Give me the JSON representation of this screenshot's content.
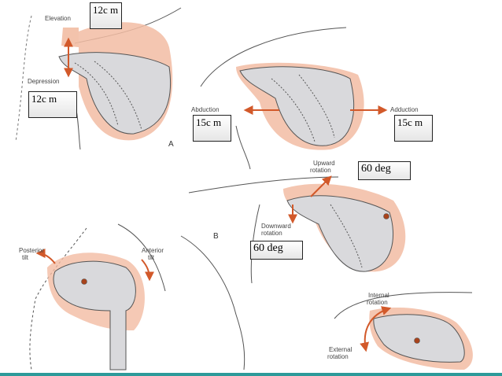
{
  "figure": {
    "panel_a": {
      "letter": "A",
      "elevation_label": "Elevation",
      "depression_label": "Depression",
      "abduction_label": "Abduction",
      "adduction_label": "Adduction"
    },
    "panel_b": {
      "letter": "B",
      "upward_rotation_label": [
        "Upward",
        "rotation"
      ],
      "downward_rotation_label": [
        "Downward",
        "rotation"
      ],
      "posterior_tilt_label": [
        "Posterior",
        "tilt"
      ],
      "anterior_tilt_label": [
        "Anterior",
        "tilt"
      ],
      "internal_rotation_label": [
        "Internal",
        "rotation"
      ],
      "external_rotation_label": [
        "External",
        "rotation"
      ]
    }
  },
  "annotations": {
    "elevation_range": "12c m",
    "depression_range": "12c m",
    "abduction_range": "15c m",
    "adduction_range": "15c m",
    "upward_rotation_range": "60 deg",
    "downward_rotation_range": "60 deg"
  },
  "colors": {
    "arrow": "#d2592a",
    "shadow": "#f2bca3",
    "bone": "#d9d9dc",
    "outline": "#555555",
    "bottom_bar": "#2d9a9a"
  }
}
